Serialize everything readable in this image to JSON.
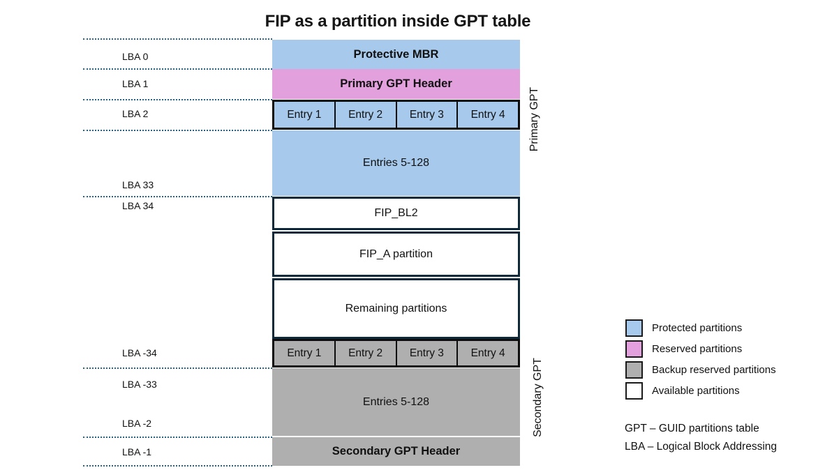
{
  "title": "FIP as a partition inside GPT table",
  "lba_labels": [
    "LBA 0",
    "LBA 1",
    "LBA 2",
    "LBA 33",
    "LBA 34",
    "LBA -34",
    "LBA -33",
    "LBA -2",
    "LBA -1"
  ],
  "blocks": {
    "protective_mbr": "Protective MBR",
    "primary_gpt_header": "Primary GPT Header",
    "entries_primary": "Entries 5-128",
    "fip_bl2": "FIP_BL2",
    "fip_a": "FIP_A partition",
    "remaining": "Remaining partitions",
    "entries_secondary": "Entries 5-128",
    "secondary_gpt_header": "Secondary GPT Header"
  },
  "entry_cells": [
    "Entry 1",
    "Entry 2",
    "Entry 3",
    "Entry 4"
  ],
  "side_labels": {
    "primary": "Primary GPT",
    "secondary": "Secondary GPT"
  },
  "legend": [
    {
      "label": "Protected partitions",
      "color": "#A6C9EC"
    },
    {
      "label": "Reserved partitions",
      "color": "#E2A0DC"
    },
    {
      "label": "Backup reserved partitions",
      "color": "#AFAFAF"
    },
    {
      "label": "Available partitions",
      "color": "#FFFFFF"
    }
  ],
  "definitions": [
    "GPT – GUID partitions table",
    "LBA – Logical Block Addressing"
  ],
  "colors": {
    "protected": "#A6C9EC",
    "reserved": "#E2A0DC",
    "backup": "#AFAFAF",
    "available": "#FFFFFF",
    "dark_border": "#0E2A3A",
    "entry_border": "#0D0D0D",
    "dotted_line": "#2A6284"
  }
}
